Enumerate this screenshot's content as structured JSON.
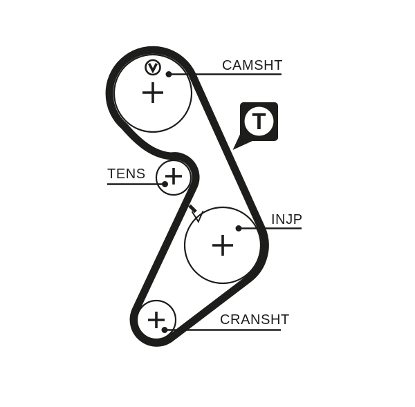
{
  "colors": {
    "ink": "#1d1d1b",
    "background": "#ffffff"
  },
  "labels": {
    "camshaft": "CAMSHT",
    "tensioner": "TENS",
    "injection_pump": "INJP",
    "crankshaft": "CRANSHT"
  },
  "timing_mark": {
    "letter": "T"
  }
}
